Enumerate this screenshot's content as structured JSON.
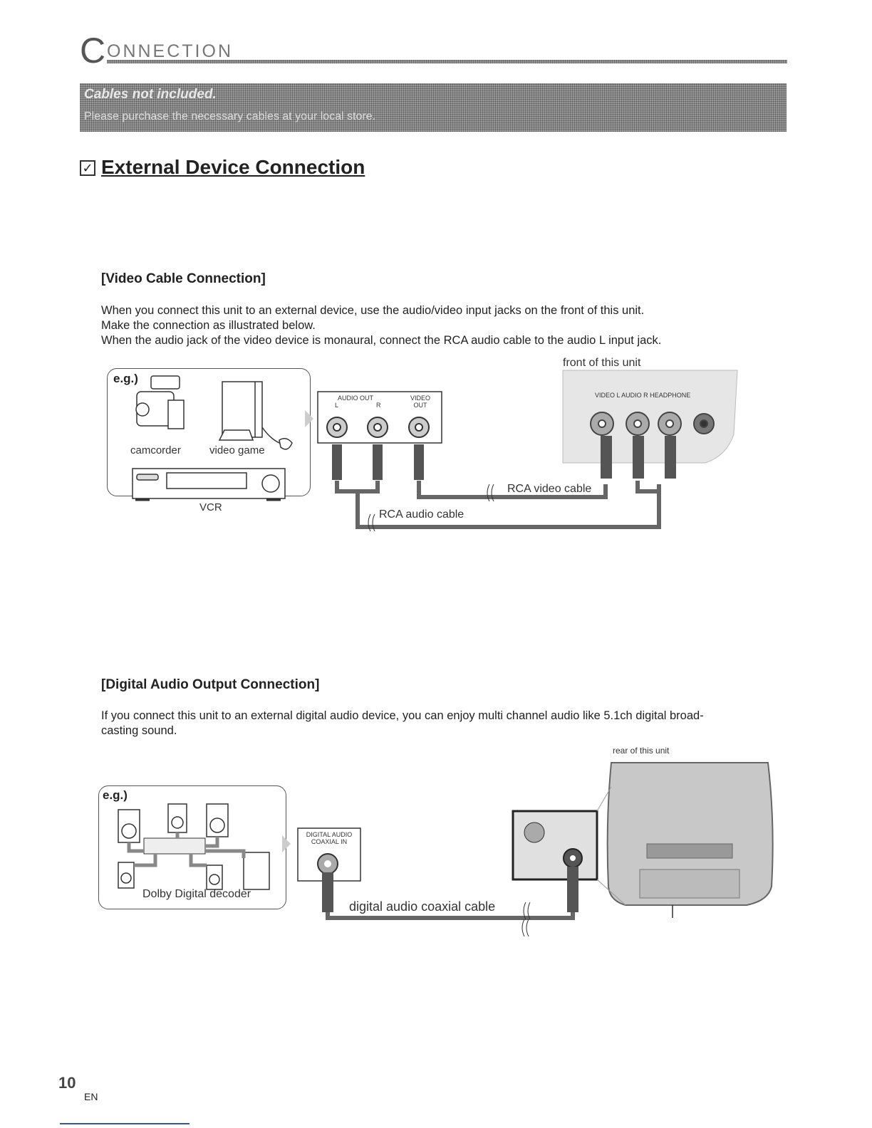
{
  "header": {
    "title_first": "C",
    "title_rest": "ONNECTION"
  },
  "banner": {
    "line1": "Cables not included.",
    "line2": "Please purchase the necessary cables at your local store."
  },
  "section": {
    "title": "External Device Connection"
  },
  "video_connection": {
    "heading": "[Video Cable Connection]",
    "paragraph": [
      "When you connect this unit to an external device, use the audio/video input jacks on the front of this unit.",
      "Make the connection as illustrated below.",
      "When the audio jack of the video device is monaural, connect the RCA audio cable to the audio L input jack."
    ],
    "diagram": {
      "eg": "e.g.)",
      "camcorder": "camcorder",
      "video_game": "video game",
      "vcr": "VCR",
      "audio_out": "AUDIO OUT",
      "audio_l": "L",
      "audio_r": "R",
      "video_out": "VIDEO OUT",
      "front_of_unit": "front of this unit",
      "jack_labels": "VIDEO  L AUDIO R  HEADPHONE",
      "rca_video_cable": "RCA video cable",
      "rca_audio_cable": "RCA audio cable"
    }
  },
  "digital_connection": {
    "heading": "[Digital Audio Output Connection]",
    "paragraph": [
      "If you connect this unit to an external digital audio device, you can enjoy multi channel audio like 5.1ch digital broad-",
      "casting sound."
    ],
    "diagram": {
      "eg": "e.g.)",
      "decoder": "Dolby Digital decoder",
      "digital_in_1": "DIGITAL AUDIO",
      "digital_in_2": "COAXIAL IN",
      "rear_of_unit": "rear of this unit",
      "coax_cable": "digital audio coaxial cable"
    }
  },
  "footer": {
    "page_number": "10",
    "language": "EN"
  }
}
